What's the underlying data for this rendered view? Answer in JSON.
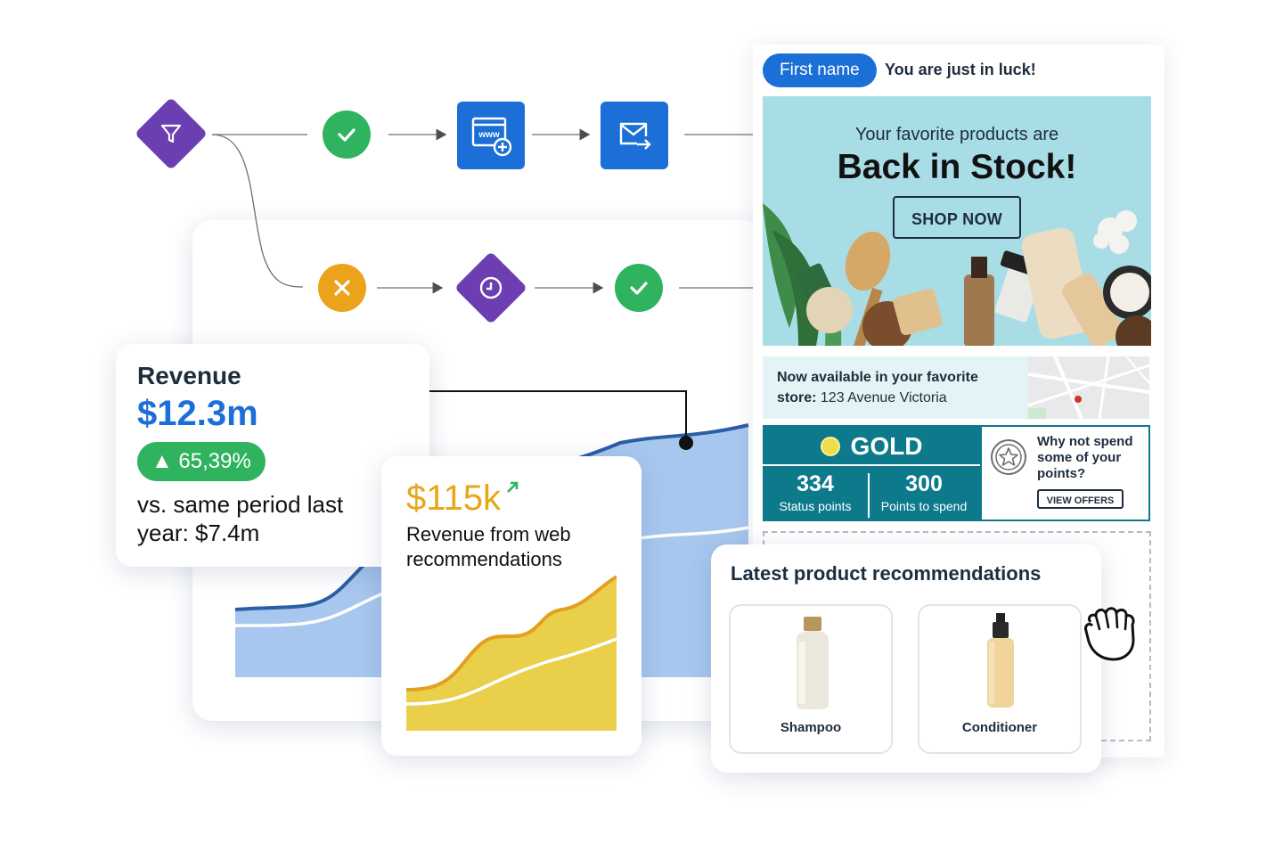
{
  "flow": {
    "nodes": [
      {
        "name": "filter-icon",
        "type": "diamond"
      },
      {
        "name": "check-icon",
        "type": "success"
      },
      {
        "name": "web-add-icon",
        "type": "action"
      },
      {
        "name": "email-send-icon",
        "type": "action"
      },
      {
        "name": "close-icon",
        "type": "failure"
      },
      {
        "name": "clock-icon",
        "type": "wait"
      },
      {
        "name": "check-icon",
        "type": "success"
      }
    ],
    "colors": {
      "success": "#2fb35e",
      "failure": "#eca21a",
      "diamond": "#6b3fb1",
      "action": "#1b6fd6"
    }
  },
  "revenue": {
    "title": "Revenue",
    "value": "$12.3m",
    "change": "▲ 65,39%",
    "comparison": "vs. same period last year: $7.4m"
  },
  "web_recs": {
    "value": "$115k",
    "trend_icon": "arrow-up-right-icon",
    "label": "Revenue from web recommendations"
  },
  "email": {
    "first_name_pill": "First name",
    "greeting": "You are just in luck!",
    "hero_subtitle": "Your favorite products are",
    "hero_title": "Back in Stock!",
    "shop_button": "SHOP NOW",
    "store_line1": "Now available in your favorite",
    "store_label": "store:",
    "store_address": "123 Avenue Victoria",
    "loyalty": {
      "tier": "GOLD",
      "status_points": "334",
      "status_label": "Status points",
      "spend_points": "300",
      "spend_label": "Points to spend",
      "offer_text": "Why not spend some of your points?",
      "offer_button": "VIEW OFFERS"
    }
  },
  "recommendations": {
    "title": "Latest product recommendations",
    "products": [
      {
        "label": "Shampoo"
      },
      {
        "label": "Conditioner"
      }
    ]
  },
  "colors": {
    "blue": "#1b6fd6",
    "gold_text": "#e8a71b",
    "teal": "#0d7a8c",
    "green_badge": "#2fb35e"
  }
}
